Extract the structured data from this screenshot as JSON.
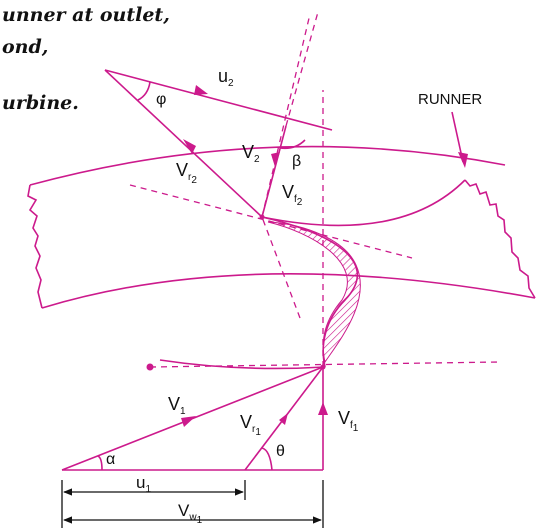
{
  "caption_lines": [
    "unner at outlet,",
    "ond,",
    "urbine."
  ],
  "labels": {
    "runner": "RUNNER",
    "u2": "u",
    "u2_sub": "2",
    "phi": "φ",
    "beta": "β",
    "vr2": "V",
    "vr2_sub": "r",
    "vr2_subsub": "2",
    "v2": "V",
    "v2_sub": "2",
    "vf2": "V",
    "vf2_sub": "f",
    "vf2_subsub": "2",
    "v1": "V",
    "v1_sub": "1",
    "vr1": "V",
    "vr1_sub": "r",
    "vr1_subsub": "1",
    "vf1": "V",
    "vf1_sub": "f",
    "vf1_subsub": "1",
    "alpha": "α",
    "theta": "θ",
    "u1": "u",
    "u1_sub": "1",
    "vw1": "V",
    "vw1_sub": "w",
    "vw1_subsub": "1"
  },
  "colors": {
    "diagram": "#cc1a8c",
    "text": "#111111",
    "background": "#ffffff"
  }
}
